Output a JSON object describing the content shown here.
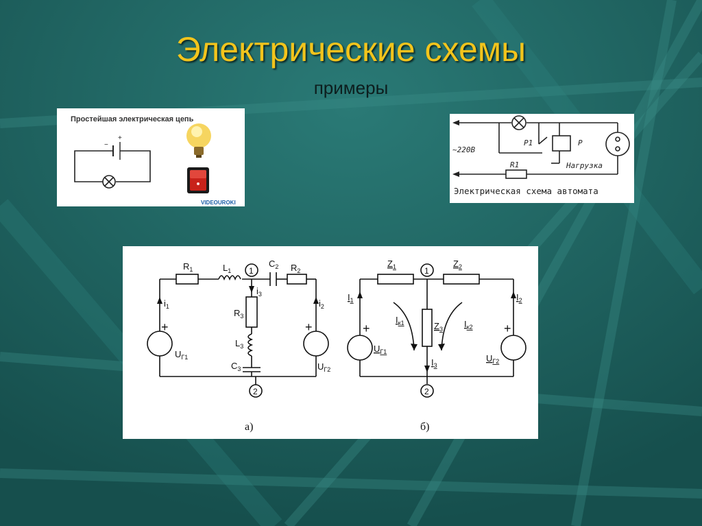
{
  "slide": {
    "title": "Электрические схемы",
    "subtitle": "примеры"
  },
  "simple_circuit": {
    "caption": "Простейшая электрическая цепь",
    "watermark": "VIDEOUROKI"
  },
  "automat_circuit": {
    "voltage": "~220В",
    "relay_contact": "Р1",
    "relay": "Р",
    "resistor": "R1",
    "load": "Нагрузка",
    "caption": "Электрическая схема автомата"
  },
  "circuit_a": {
    "R1": "R",
    "R1_sub": "1",
    "L1": "L",
    "L1_sub": "1",
    "C2": "C",
    "C2_sub": "2",
    "R2": "R",
    "R2_sub": "2",
    "R3": "R",
    "R3_sub": "3",
    "L3": "L",
    "L3_sub": "3",
    "C3": "C",
    "C3_sub": "3",
    "i1": "i",
    "i1_sub": "1",
    "i2": "i",
    "i2_sub": "2",
    "i3": "i",
    "i3_sub": "3",
    "U1": "U",
    "U1_sub": "Г1",
    "U2": "U",
    "U2_sub": "Г2",
    "plus": "+",
    "node1": "1",
    "node2": "2",
    "label": "а)"
  },
  "circuit_b": {
    "Z1": "Z",
    "Z1_sub": "1",
    "Z2": "Z",
    "Z2_sub": "2",
    "Z3": "Z",
    "Z3_sub": "3",
    "I1": "I",
    "I1_sub": "1",
    "I2": "I",
    "I2_sub": "2",
    "I3": "I",
    "I3_sub": "3",
    "Ik1": "I",
    "Ik1_sub": "к1",
    "Ik2": "I",
    "Ik2_sub": "к2",
    "U1": "U",
    "U1_sub": "Г1",
    "U2": "U",
    "U2_sub": "Г2",
    "plus": "+",
    "node1": "1",
    "node2": "2",
    "label": "б)"
  }
}
